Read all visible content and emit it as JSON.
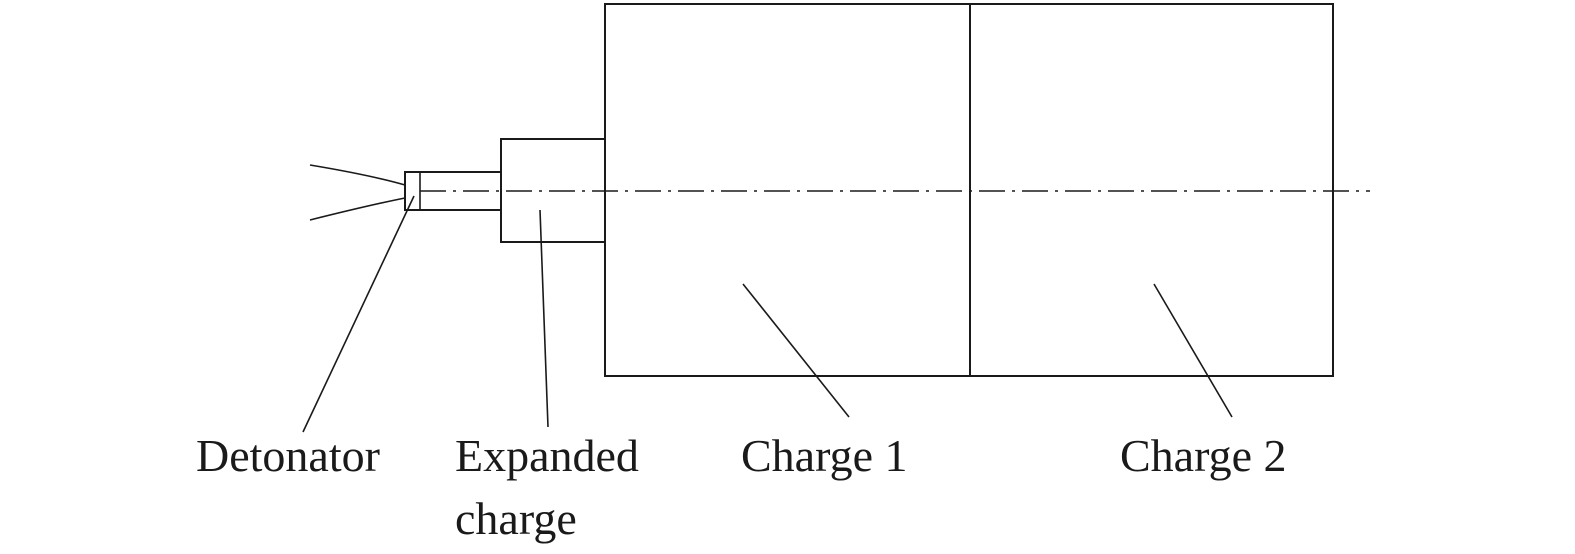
{
  "labels": {
    "detonator": "Detonator",
    "expanded_charge_line1": "Expanded",
    "expanded_charge_line2": "charge",
    "charge1": "Charge 1",
    "charge2": "Charge 2"
  }
}
